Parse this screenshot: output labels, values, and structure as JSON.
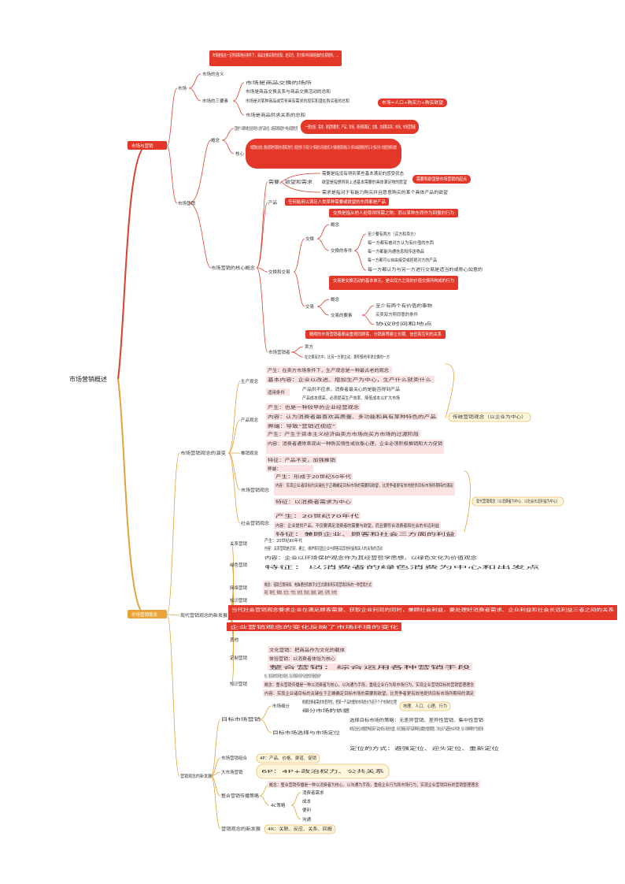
{
  "colors": {
    "red": "#e3372a",
    "orange": "#e8a43a",
    "pink": "#fbe3e3",
    "yellow_light": "#fff6db",
    "line_red": "#d8412f",
    "line_orange": "#e2a23c"
  },
  "root": "市场营销概述",
  "branches": {
    "b1": "市场与营销",
    "b2": "市场营销观念"
  },
  "b1_nodes": {
    "shichang": "市场",
    "shichang_def": "市场是指在一定时间和地点条件下，商品交换关系的总和，是买方、卖方和中间商组成的交易场所，...",
    "gainian": "市场的含义",
    "sanyaosu": "市场的三要素",
    "sy1": "市场是商品交换的场所",
    "sy2": "市场是商品交换关系与商品交换活动的总和",
    "sy3": "市场是对某种商品或劳务具有需求的现实和潜在购买者的总和",
    "sy4": "市场是商品供求关系的总和",
    "sy_note": "市场=人口+购买力+购买欲望",
    "yingxiao": "市场营销",
    "ganian2": "概念",
    "g1": "营销是个人和群体通过创造并同他人交换产品和价值，以满足需求和欲望的一种社会和管理过程",
    "g1_note": "一般包括：需求、欲望和要求；产品；效用、费用和满足；交换、交易和关系；市场；市场营销者",
    "hexin": "核心",
    "hexin_text": "市场营销的核心是交换，交换是以提供某物作为回报而与他人换取所需之物的行为，交换发生的条件：至少有两方；每一方都有被对方认为有价值的东西；每一方都能沟通信息和传送物品；每一方都可以自由接受或拒绝对方的产品；每一方都认为与另一方交易是适当的或称心如意的",
    "hexin_concepts": "市场营销的核心概念",
    "xq": "需要、欲望和需求",
    "xq1": "需要是指没有得到某些基本满足的感受状态",
    "xq2": "欲望是指想得到上述基本需要的具体满足物的愿望",
    "xq3": "需求是指对于有能力购买并且愿意购买的某个具体产品的欲望",
    "xq_note": "需要和欲望是市场营销的起点",
    "cp": "产品",
    "cp_note": "任何能用以满足人类某种需要或欲望的东西都是产品",
    "jy": "交换和交易",
    "jy_note": "交换是指从他人处取得所需之物，而以某种东西作为回报的行为",
    "jh": "交换",
    "jh_gn": "概念",
    "jh_tj": "交换的条件",
    "tj1": "至少要有两方（买方和卖方）",
    "tj2": "每一方都有被对方认为有价值的东西",
    "tj3": "每一方都能沟通信息和传送物品",
    "tj4": "每一方都可以自由接受或拒绝对方的产品",
    "tj5": "每一方都认为与另一方进行交易是适当的或称心如意的",
    "jyi": "交易",
    "jyi_note": "交易是交换活动的基本单元，是由双方之间的价值交换所构成的行为",
    "jyi_gn": "概念",
    "jyi_ys": "交易的要素",
    "ys1": "至少有两个有价值的事物",
    "ys2": "买卖双方所同意的条件",
    "ys3": "协议时间和地点",
    "gx_note": "精明的市场营销者都会重视同顾客、分销商等建立长期、信任和互利的关系",
    "yxz": "市场营销者",
    "yxz1": "卖方",
    "yxz2": "在交换双方中，比另一方更主动、更积极地寻求交换的一方"
  },
  "b2_nodes": {
    "yxgn": "市场营销观念的演变",
    "sc": "生产观念",
    "sc1": "产生：在卖方市场条件下，生产观念是一种最古老的观念",
    "sc2": "基本内容：企业以改进、增加生产为中心，生产什么就卖什么",
    "sc3": "适用条件",
    "sc3a": "产品供不应求，消费者最关心的是能否得到产品",
    "sc3b": "产品成本很高，必须提高生产效率、降低成本以扩大市场",
    "cpgn": "产品观念",
    "cp1": "产生：也是一种较早的企业经营观念",
    "cp2": "内容：认为消费者最喜欢高质量、多功能和具有某种特色的产品",
    "cp3": "弊端：导致“营销近视症”",
    "txgn": "推销观念",
    "tx1": "产生：产生于资本主义经济由卖方市场向买方市场的过渡阶段",
    "tx2": "内容：消费者通常表现出一种购买惰性或抗衡心理，企业必须积极推销和大力促销",
    "tx3": "特征：产品不变，加强推销",
    "tx4": "弊端：",
    "yxgn2": "市场营销观念",
    "yx1": "产生：形成于20世纪50年代",
    "yx2": "内容：实现企业诸目标的关键在于正确确定目标市场的需要和欲望，比竞争者更有效地提供目标市场所期待的满足",
    "yx3": "特征：以消费者需求为中心",
    "shgn": "社会营销观念",
    "sh1": "产生：20世纪70年代",
    "sh2": "内容：企业提供产品，不仅要满足消费者的需要与欲望，而且要符合消费者和社会的长远利益",
    "sh3": "特征：兼顾企业、顾客和社会三方面的利益",
    "note_a": "传统营销观念（以企业为中心）",
    "note_b": "现代营销观念（以消费者为中心、以社会长远利益为中心）",
    "xdgn": "现代营销观念的新发展",
    "gxyx": "关系营销",
    "gx1": "产生：20世纪80年代",
    "gx2": "内容：关系营销是识别、建立、维护和巩固企业与顾客及其他利益相关人的关系的活动",
    "lsyx": "绿色营销",
    "ls1": "内容：企业以环境保护观念作为其经营哲学思想，以绿色文化为价值观念",
    "ls2": "特征：以消费者的绿色消费为中心和出发点",
    "wlyx": "网络营销",
    "wl1": "概念：借助互联网络、电脑通信和数字交互式媒体来实现营销目标的一种营销方式",
    "wl2": "特征：跨时空、多媒体、交互式、个性化、成长性、整合性、超前性、高效性、经济性、技术性",
    "zsyx": "知识营销",
    "zs1": "核心：通过有效的知识传播方法和途径，将企业所拥有的对用户有价值的知识传递给潜在用户",
    "zs_note": "知识营销",
    "dzyx": "定制营销",
    "dz1": "...",
    "long_note": "当代社会营销观念要求企业在满足顾客需要、获取企业利润的同时，兼顾社会利益，要处理好消费者需求、企业利益和社会长远利益三者之间的关系",
    "long_note2": "企业营销观念的变化反映了市场环境的变化",
    "qtgn": "其他",
    "qt1": "文化营销：把商品作为文化的载体",
    "qt2": "体验营销：以消费者体验为核心",
    "qt3": "整合营销：综合运用各种营销手段",
    "mbsc": "目标市场营销",
    "mb1": "市场细分",
    "mb1a": "根据消费者需求的差异性，把某一产品的整体市场划分为若干个子市场的过程",
    "mb1b": "细分市场的依据",
    "mb1_note": "地理、人口、心理、行为",
    "mb2": "目标市场选择与市场定位",
    "mb2a": "选择目标市场的策略：无差异营销、差异性营销、集中性营销",
    "mb2b": "市场定位是企业根据竞争者现有产品在市场上所处的位置，针对消费者对该产品某种特征或属性的重视程度，为本企业产品塑造与众不同的、给人印象鲜明的个性或形象",
    "mb2c": "定位的方式：避强定位、迎头定位、重新定位",
    "yxzh": "市场营销组合",
    "yxzh_note": "4P：产品、价格、渠道、促销",
    "dlyx": "大市场营销",
    "dl_note": "6P：4P+政治权力、公共关系",
    "zhsl": "整合营销传播策略",
    "zh1": "概念：整合营销传播是一种以消费者为核心，以沟通为手段，重组企业行为和市场行为，实现企业营销目标的营销管理理念",
    "zh2": "4C策略",
    "zh2a": "消费者需求",
    "zh2b": "成本",
    "zh2c": "便利",
    "zh2d": "沟通",
    "yxxx": "营销观念的新发展",
    "yxxx_note": "4R：关联、反应、关系、回报"
  }
}
